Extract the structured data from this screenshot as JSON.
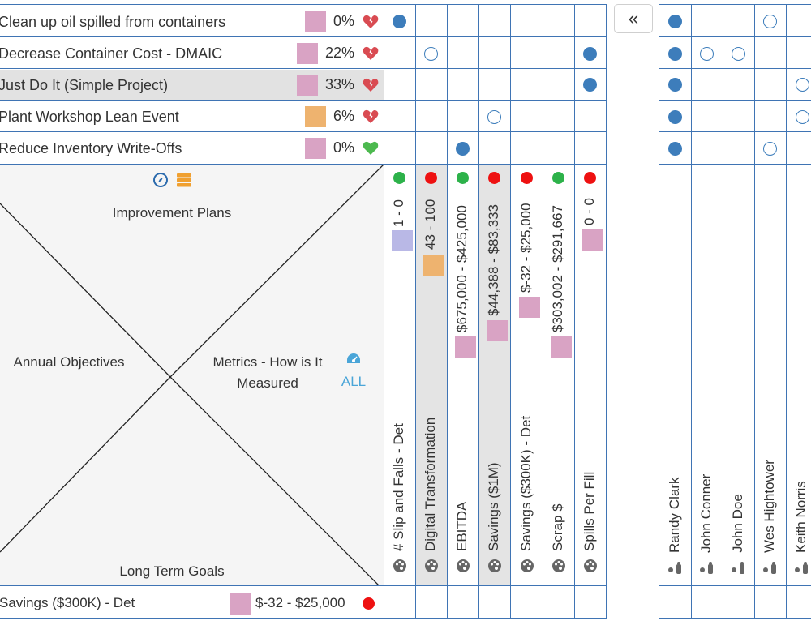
{
  "projects": [
    {
      "name": "Clean up oil spilled from containers",
      "pct": "0%",
      "swatch": "#d9a3c4",
      "health": "broken"
    },
    {
      "name": "Decrease Container Cost - DMAIC",
      "pct": "22%",
      "swatch": "#d9a3c4",
      "health": "broken"
    },
    {
      "name": "Just Do It (Simple Project)",
      "pct": "33%",
      "swatch": "#d9a3c4",
      "health": "broken"
    },
    {
      "name": "Plant Workshop Lean Event",
      "pct": "6%",
      "swatch": "#eeb36f",
      "health": "broken"
    },
    {
      "name": "Reduce Inventory Write-Offs",
      "pct": "0%",
      "swatch": "#d9a3c4",
      "health": "healthy"
    }
  ],
  "matrix": {
    "top": "Improvement Plans",
    "left": "Annual Objectives",
    "right_line1": "Metrics - How is It",
    "right_line2": "Measured",
    "bottom": "Long Term Goals",
    "all_link": "ALL"
  },
  "metrics": [
    {
      "name": "# Slip and Falls - Det",
      "range": "1 - 0",
      "status": "#2db24a",
      "swatch": "#b9b8e6"
    },
    {
      "name": "Digital Transformation",
      "range": "43 - 100",
      "status": "#ee1111",
      "swatch": "#eeb36f"
    },
    {
      "name": "EBITDA",
      "range": "$675,000 - $425,000",
      "status": "#2db24a",
      "swatch": "#d9a3c4"
    },
    {
      "name": "Savings ($1M)",
      "range": "$44,388 - $83,333",
      "status": "#ee1111",
      "swatch": "#d9a3c4"
    },
    {
      "name": "Savings ($300K) - Det",
      "range": "$-32 - $25,000",
      "status": "#ee1111",
      "swatch": "#d9a3c4"
    },
    {
      "name": "Scrap $",
      "range": "$303,002 - $291,667",
      "status": "#2db24a",
      "swatch": "#d9a3c4"
    },
    {
      "name": "Spills Per Fill",
      "range": "0 - 0",
      "status": "#ee1111",
      "swatch": "#d9a3c4"
    }
  ],
  "people": [
    "Randy Clark",
    "John Conner",
    "John Doe",
    "Wes Hightower",
    "Keith Norris"
  ],
  "footer": {
    "name": "Savings ($300K) - Det",
    "range": "$-32 - $25,000",
    "swatch": "#d9a3c4",
    "status": "#ee1111"
  },
  "collapse_glyph": "«",
  "colors": {
    "grid": "#3f74b4",
    "dot": "#3d7dbb",
    "selected_row": "#e2e2e2",
    "grey_column": "#e4e4e4"
  }
}
